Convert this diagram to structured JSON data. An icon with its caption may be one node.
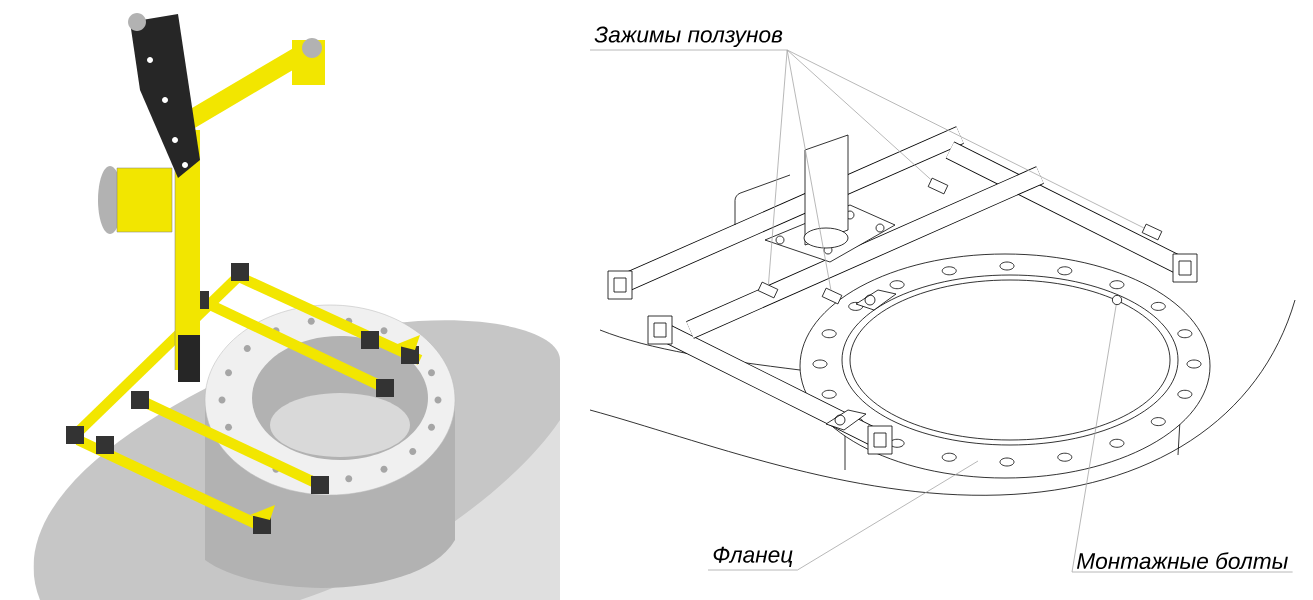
{
  "diagram": {
    "nodes": [
      {
        "text": [
          "Зажимы ползунов"
        ]
      },
      {
        "text": [
          "Фланец"
        ]
      },
      {
        "text": [
          "Монтажные болты"
        ]
      },
      {
        "text": [],
        "shape": "box"
      },
      {
        "text": [],
        "shape": "box"
      },
      {
        "text": [],
        "shape": "box"
      },
      {
        "text": [],
        "shape": "box"
      },
      {
        "text": [],
        "shape": "circle"
      }
    ],
    "edges": [
      {
        "from": 0,
        "to": 3,
        "arrow": "none"
      },
      {
        "from": 0,
        "to": 4,
        "arrow": "none"
      },
      {
        "from": 0,
        "to": 5,
        "arrow": "none"
      },
      {
        "from": 0,
        "to": 6,
        "arrow": "none"
      },
      {
        "from": 1,
        "to": null,
        "arrow": "none"
      },
      {
        "from": 2,
        "to": 7,
        "arrow": "none"
      }
    ]
  }
}
